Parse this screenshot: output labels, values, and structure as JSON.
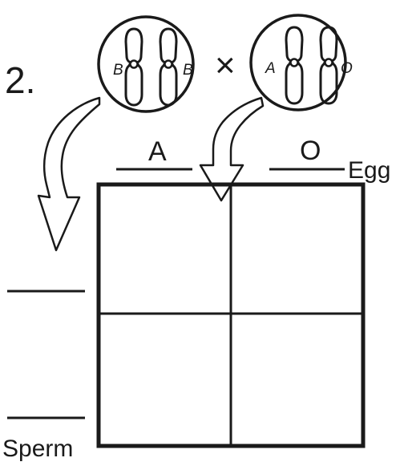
{
  "problem": {
    "number": "2.",
    "cross_symbol": "×"
  },
  "parent_left": {
    "alleles": [
      "B",
      "B"
    ]
  },
  "parent_right": {
    "alleles": [
      "A",
      "O"
    ]
  },
  "egg": {
    "alleles": [
      "A",
      "O"
    ],
    "label": "Egg"
  },
  "sperm": {
    "blanks": [
      "",
      ""
    ],
    "label": "Sperm"
  },
  "punnett": {
    "rows": 2,
    "cols": 2,
    "cells": [
      [
        "",
        ""
      ],
      [
        "",
        ""
      ]
    ]
  }
}
